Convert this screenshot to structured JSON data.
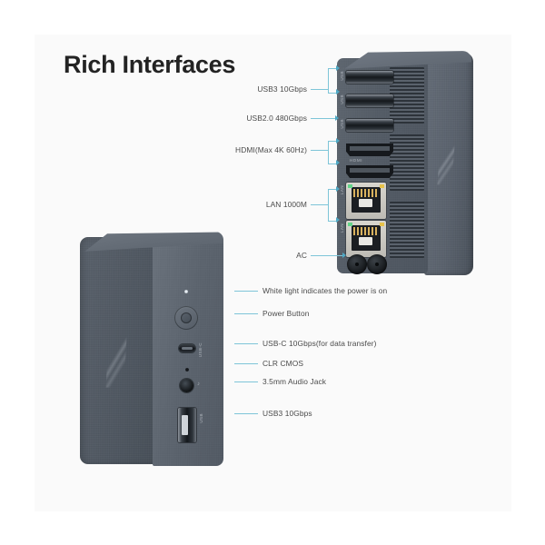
{
  "page": {
    "title": "Rich Interfaces",
    "background_color": "#ffffff",
    "panel_color": "#fafafa",
    "leader_line_color": "#7ec5d8",
    "label_text_color": "#4a4a4a"
  },
  "rear_panel": {
    "device_name": "mini-pc-rear-view",
    "labels": [
      {
        "id": "usb3",
        "text": "USB3 10Gbps",
        "connector": "bracket",
        "port_count": 2
      },
      {
        "id": "usb2",
        "text": "USB2.0 480Gbps",
        "connector": "line",
        "port_count": 1
      },
      {
        "id": "hdmi",
        "text": "HDMI(Max 4K 60Hz)",
        "connector": "bracket",
        "port_count": 2
      },
      {
        "id": "lan",
        "text": "LAN 1000M",
        "connector": "bracket",
        "port_count": 2
      },
      {
        "id": "ac",
        "text": "AC",
        "connector": "line",
        "port_count": 1
      }
    ],
    "port_silkscreen": {
      "usb_top": "USB",
      "usb_mid": "USB",
      "usb_bottom": "USB",
      "hdmi": "HDMI",
      "lan_top": "LAN",
      "lan_bottom": "LAN"
    }
  },
  "front_panel": {
    "device_name": "mini-pc-front-view",
    "labels": [
      {
        "id": "white-light",
        "text": "White light indicates the power is on"
      },
      {
        "id": "power-button",
        "text": "Power Button"
      },
      {
        "id": "usb-c",
        "text": "USB-C 10Gbps(for data transfer)"
      },
      {
        "id": "clr-cmos",
        "text": "CLR CMOS"
      },
      {
        "id": "audio-jack",
        "text": "3.5mm Audio Jack"
      },
      {
        "id": "usb3-front",
        "text": "USB3 10Gbps"
      }
    ],
    "port_silkscreen": {
      "usb_c": "USB-C",
      "usb_a": "USB",
      "audio_icon": "headphone-icon"
    }
  }
}
